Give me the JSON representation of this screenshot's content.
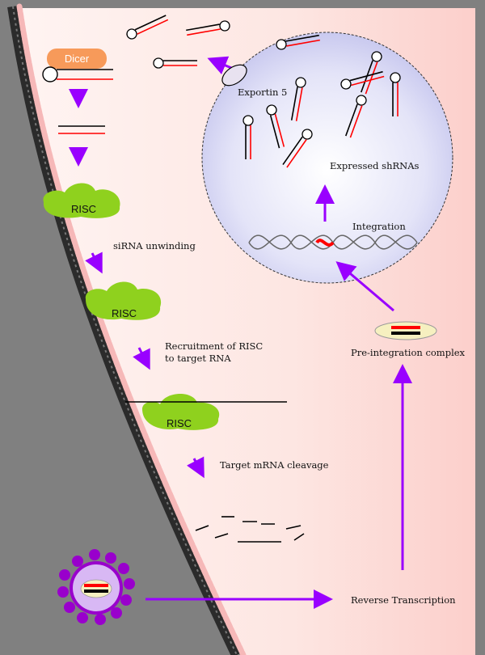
{
  "labels": {
    "dicer": "Dicer",
    "risc_1": "RISC",
    "risc_2": "RISC",
    "risc_3": "RISC",
    "sirna_unwinding": "siRNA unwinding",
    "recruitment_line1": "Recruitment of RISC",
    "recruitment_line2": "to target RNA",
    "target_cleavage": "Target mRNA cleavage",
    "exportin": "Exportin 5",
    "expressed_shrnas": "Expressed shRNAs",
    "integration": "Integration",
    "pre_integration": "Pre-integration complex",
    "reverse_transcription": "Reverse Transcription"
  },
  "colors": {
    "background": "#808080",
    "cytoplasm": "#fde0dc",
    "nucleus": "#dcdcf6",
    "arrow": "#9900ff",
    "risc": "#8fd11e",
    "dicer": "#f79a5a",
    "rna_red": "#ff0000",
    "virus_particle": "#9900cc",
    "virus_core": "#c9a8f0",
    "membrane_bead": "#f6b8b8"
  }
}
